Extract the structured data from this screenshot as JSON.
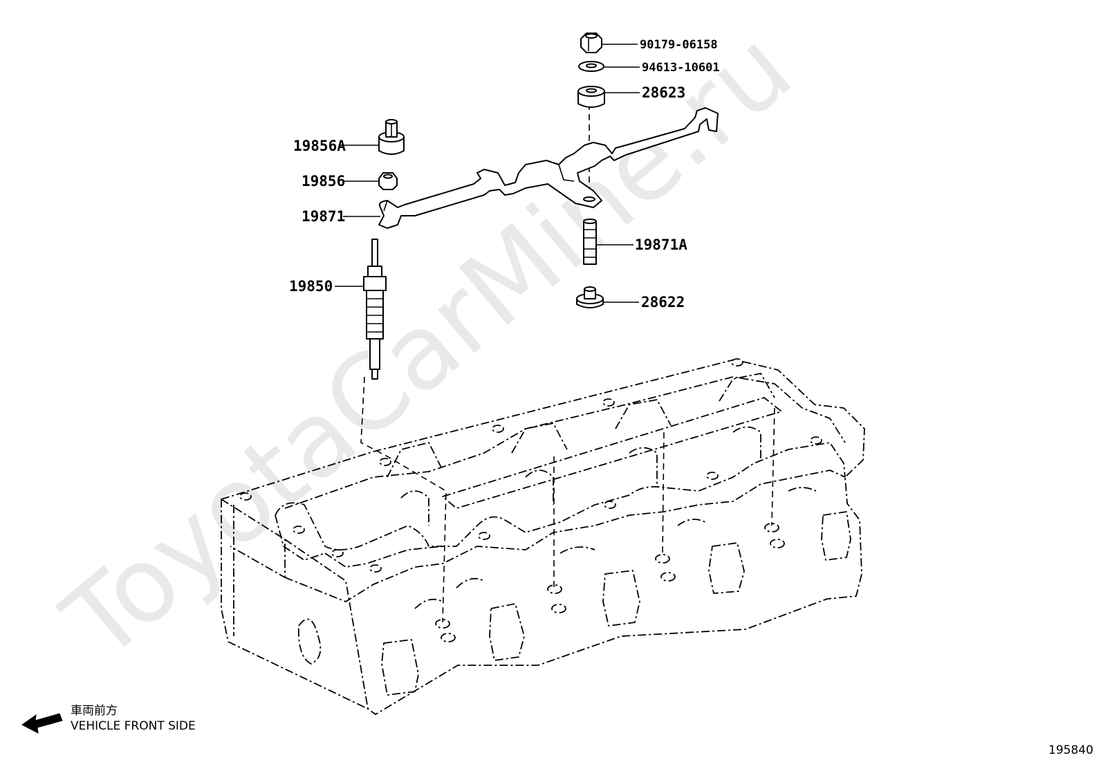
{
  "watermark": "ToyotaCarMine.ru",
  "parts": [
    {
      "id": "nut-top",
      "number": "90179-06158"
    },
    {
      "id": "washer-top",
      "number": "94613-10601"
    },
    {
      "id": "insulator-top",
      "number": "28623"
    },
    {
      "id": "terminal-cap",
      "number": "19856A"
    },
    {
      "id": "terminal-nut",
      "number": "19856"
    },
    {
      "id": "connector-bar",
      "number": "19871"
    },
    {
      "id": "stud",
      "number": "19871A"
    },
    {
      "id": "glow-plug",
      "number": "19850"
    },
    {
      "id": "insulator-bottom",
      "number": "28622"
    }
  ],
  "front_note": {
    "japanese": "車両前方",
    "english": "VEHICLE FRONT SIDE"
  },
  "figure_code": "195840"
}
